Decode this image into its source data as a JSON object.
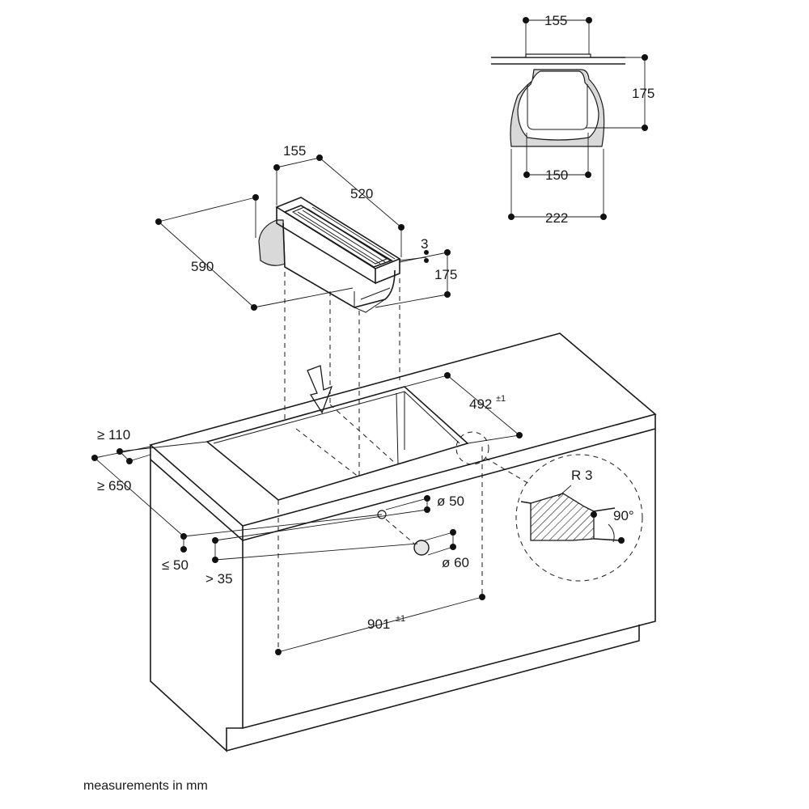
{
  "labels": {
    "top_width": "155",
    "top_height": "175",
    "inner_width": "150",
    "outer_width": "222",
    "unit_width": "155",
    "unit_length": "520",
    "unit_depth": "590",
    "lip_height": "3",
    "unit_height": "175",
    "cutout_depth": "492",
    "cutout_depth_tol": "±1",
    "front_min": "≥ 110",
    "depth_min": "≥ 650",
    "edge_max": "≤ 50",
    "edge_min": "> 35",
    "hole_small": "ø 50",
    "hole_large": "ø 60",
    "cutout_width": "901",
    "cutout_width_tol": "±1",
    "radius": "R 3",
    "angle": "90°"
  },
  "caption": "measurements in mm"
}
